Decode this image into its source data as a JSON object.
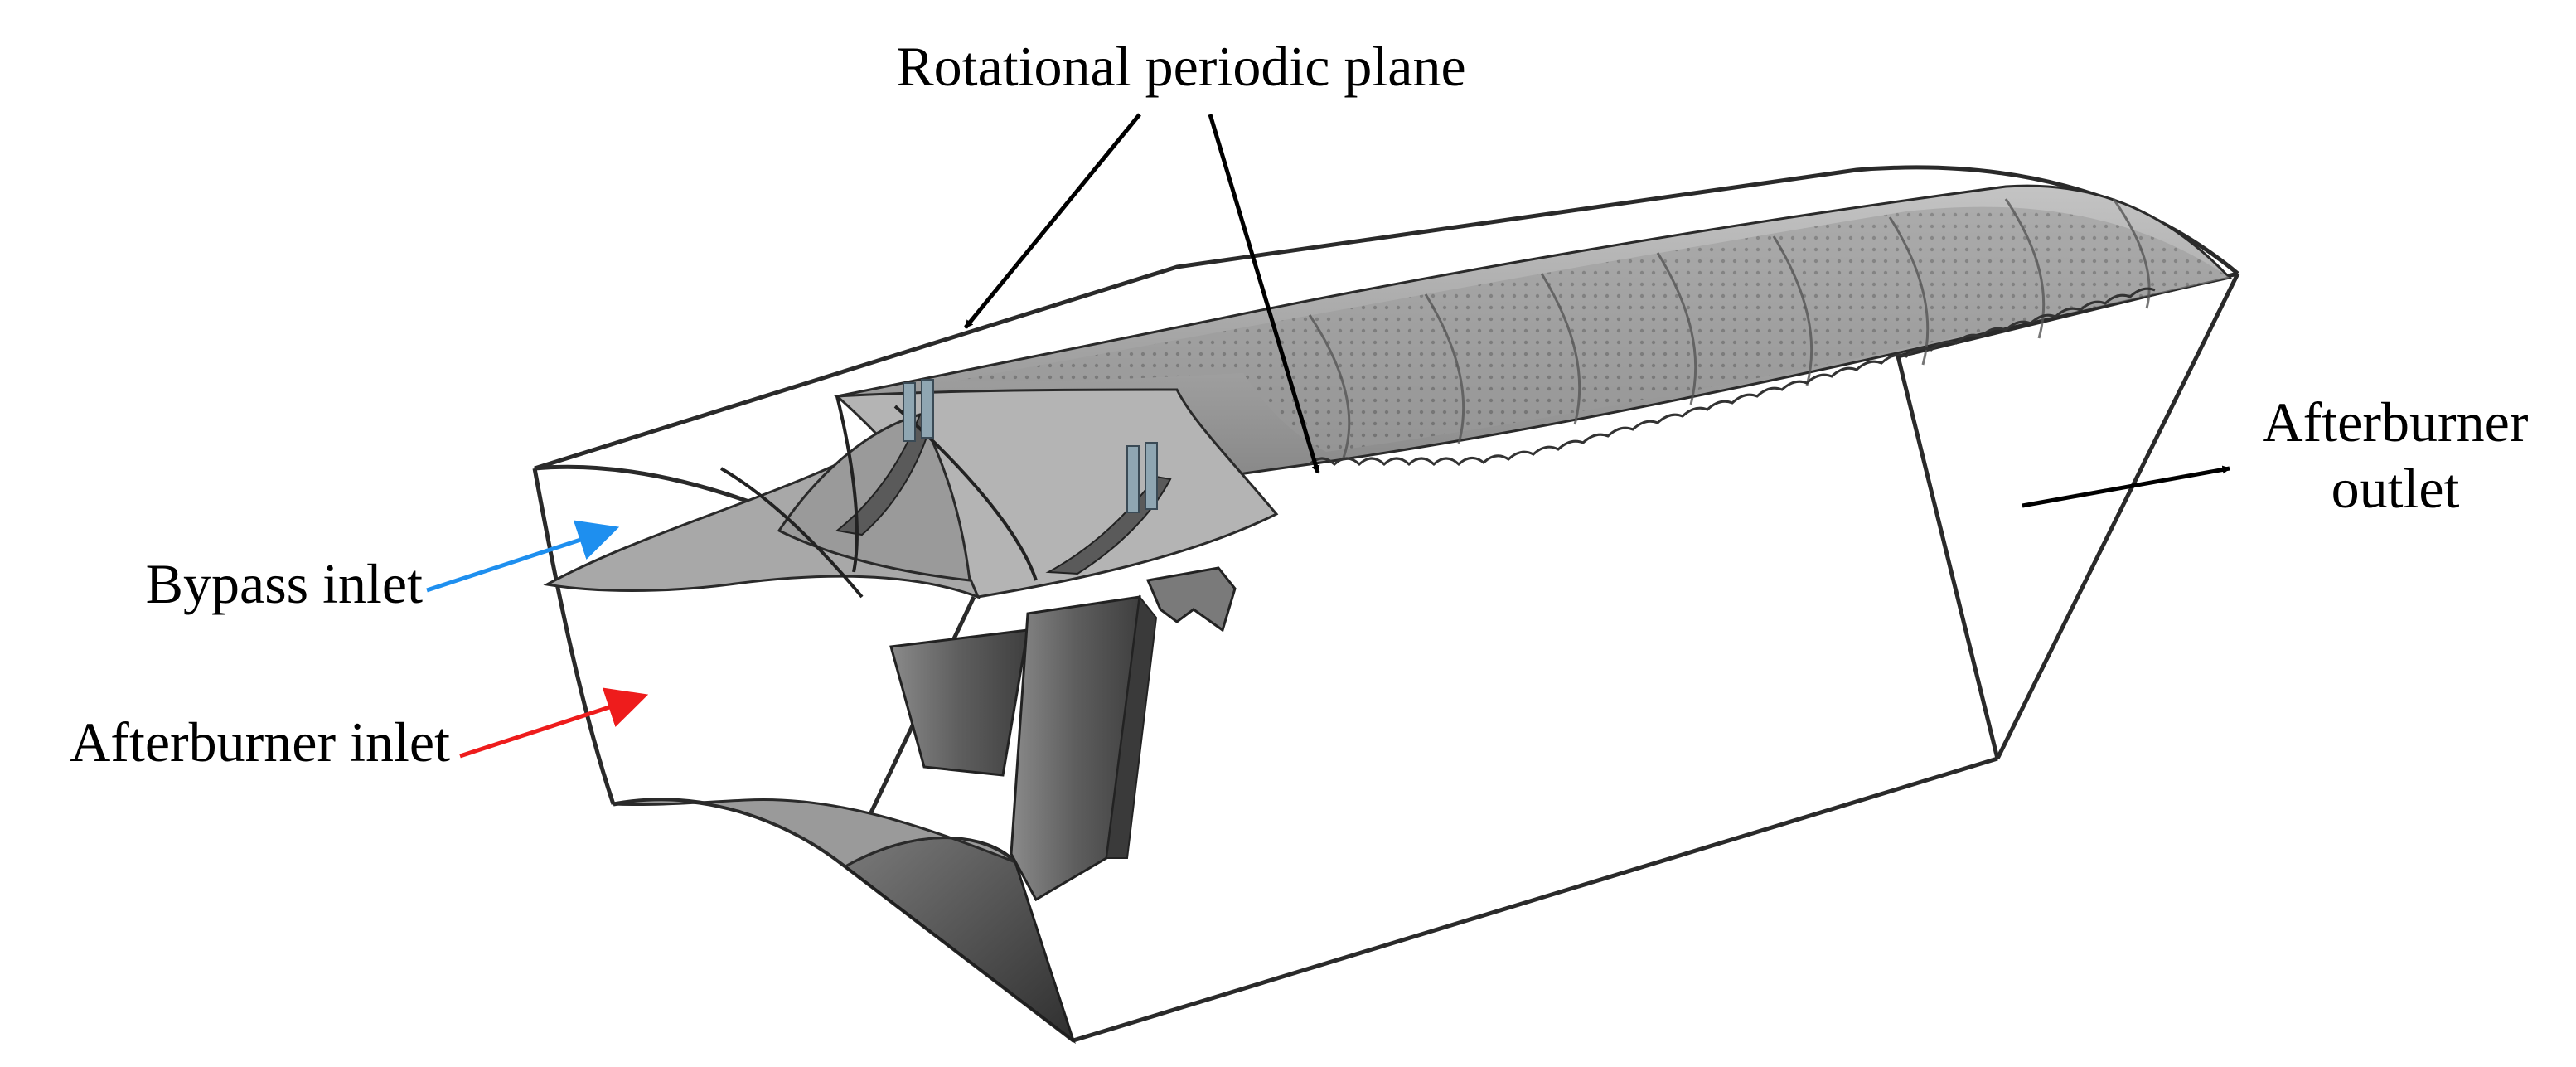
{
  "labels": {
    "rotational_periodic_plane": "Rotational periodic plane",
    "bypass_inlet": "Bypass inlet",
    "afterburner_inlet": "Afterburner inlet",
    "afterburner_outlet_line1": "Afterburner",
    "afterburner_outlet_line2": "outlet"
  },
  "colors": {
    "bypass_arrow": "#1e8fef",
    "afterburner_inlet_arrow": "#ee1c1c",
    "leader_arrow": "#000000",
    "outline": "#222222",
    "liner_surface": "#a3a3a3",
    "liner_dark": "#6e6e6e",
    "strut_dark": "#5a5a5a"
  }
}
